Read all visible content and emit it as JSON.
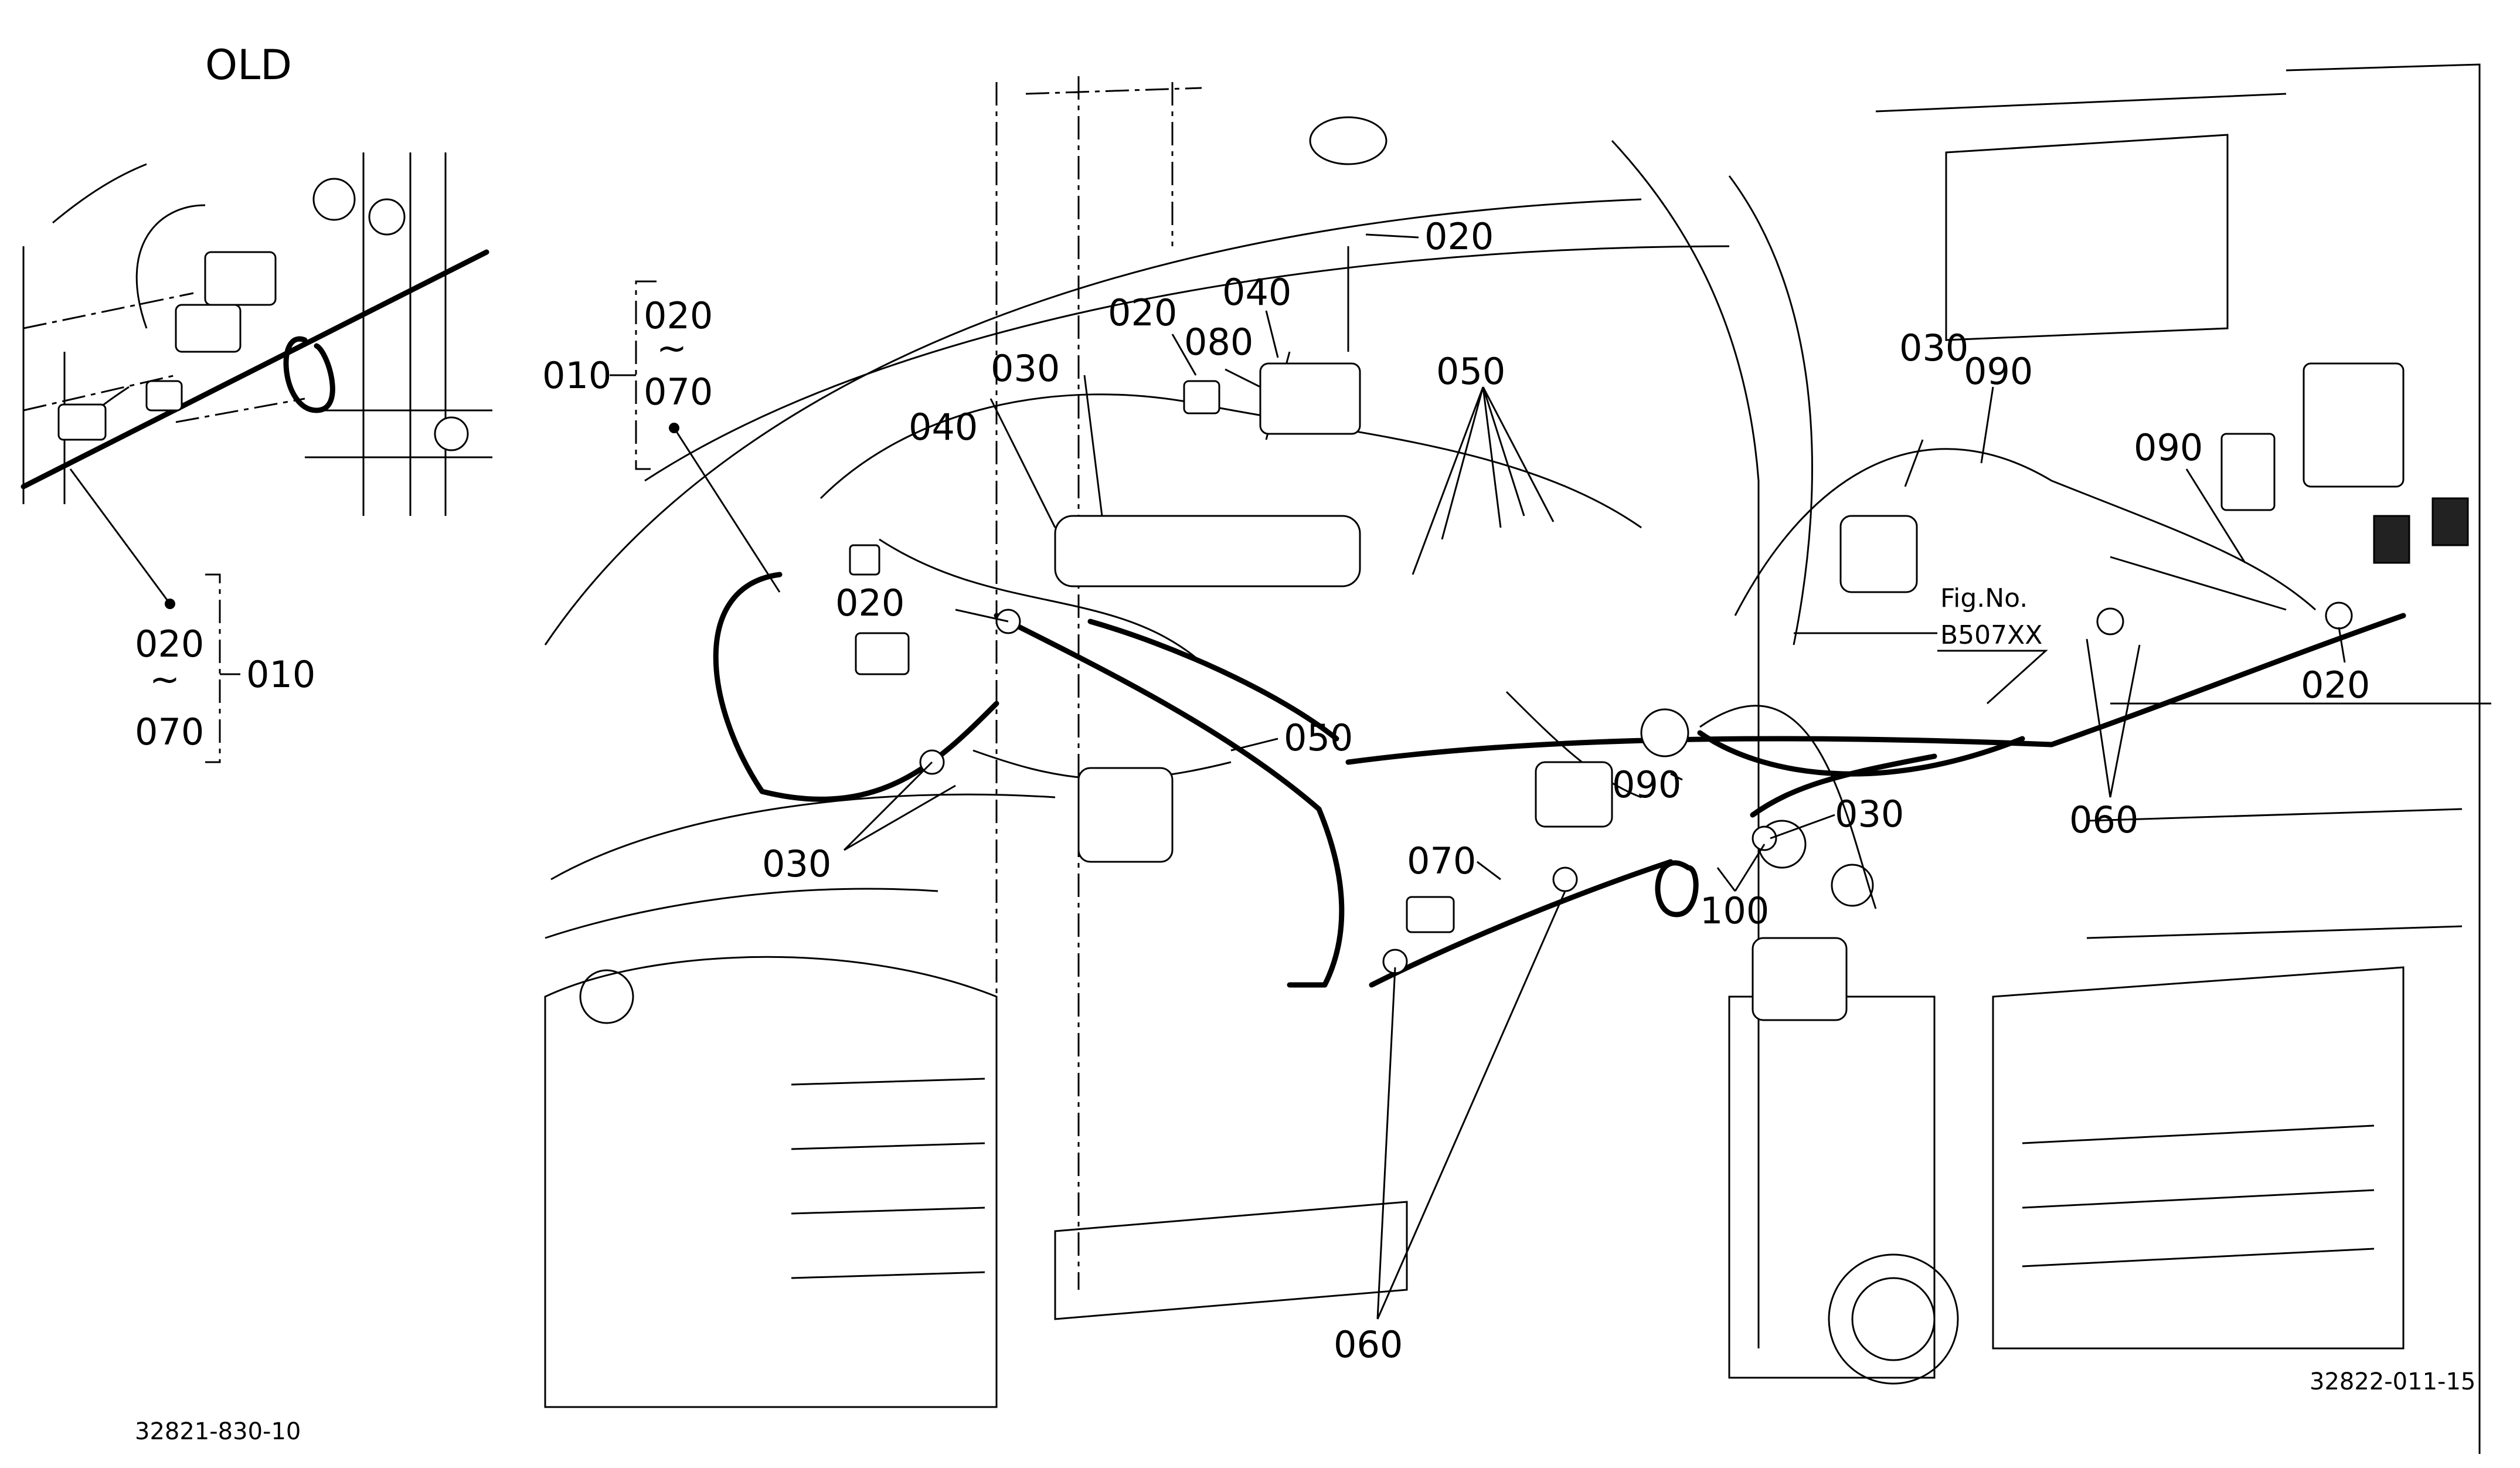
{
  "labels": {
    "old": "OLD",
    "inset_ref": "32821-830-10",
    "main_ref": "32822-011-15",
    "fig_line1": "Fig.No.",
    "fig_line2": "B507XX",
    "group_range_top": "020",
    "group_range_tilde": "~",
    "group_range_bottom": "070",
    "group_parent": "010",
    "callouts": {
      "c020_top": "020",
      "c040_top": "040",
      "c020_mid": "020",
      "c080": "080",
      "c030_top": "030",
      "c040_left": "040",
      "c050_top": "050",
      "c030_right": "030",
      "c090_top": "090",
      "c090_right": "090",
      "c020_left": "020",
      "c050_mid": "050",
      "c090_mid": "090",
      "c030_mid": "030",
      "c020_right": "020",
      "c060_right": "060",
      "c030_left": "030",
      "c070": "070",
      "c100": "100",
      "c060_bottom": "060"
    }
  },
  "colors": {
    "ink": "#000000",
    "paper": "#ffffff"
  }
}
